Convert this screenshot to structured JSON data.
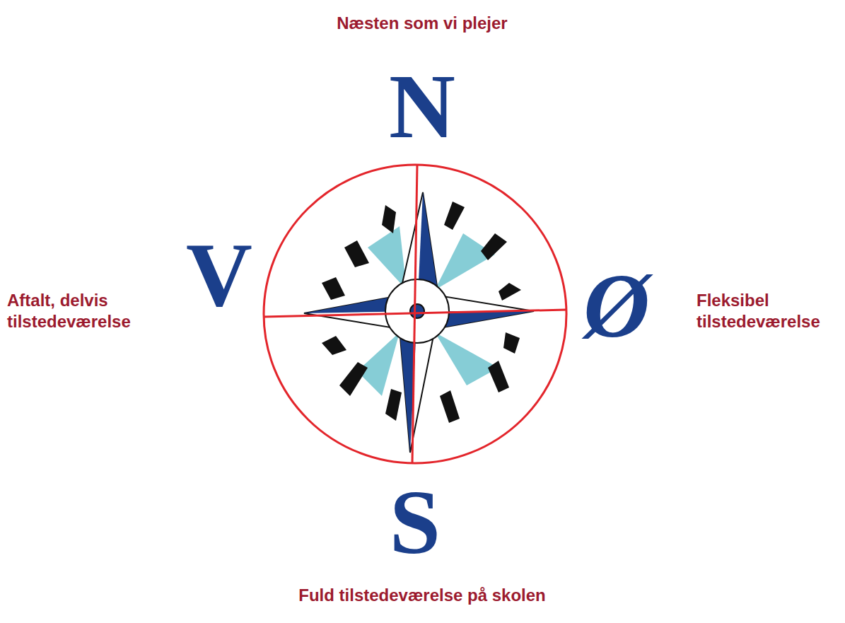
{
  "diagram": {
    "labels": [
      "Næsten som vi plejer",
      "N",
      "V",
      "Aftalt, delvis tilstedeværelse",
      "Ø",
      "Fleksibel tilstedeværelse",
      "S",
      "Fuld tilstedeværelse på skolen"
    ]
  }
}
